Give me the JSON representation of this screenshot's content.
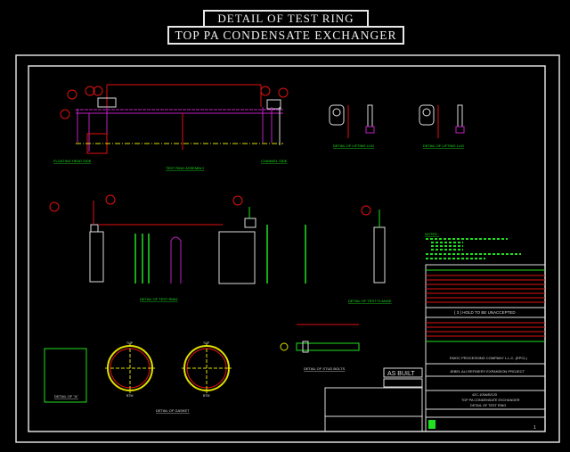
{
  "header": {
    "title_line1": "DETAIL OF TEST RING",
    "title_line2": "TOP PA CONDENSATE EXCHANGER"
  },
  "views": {
    "floating_head_side": "FLOATING HEAD SIDE",
    "test_ring_assembly": "TEST RING ASSEMBLY",
    "channel_side": "CHANNEL SIDE",
    "lifting_lug_1": "DETAIL OF LIFTING LUG",
    "lifting_lug_2": "DETAIL OF LIFTING LUG",
    "test_ring_detail": "DETAIL OF TEST RING",
    "test_flange_detail": "DETAIL OF TEST FLANGE",
    "gasket_detail": "DETAIL OF GASKET",
    "stud_bolt_detail": "DETAIL OF STUD BOLTS",
    "weld_detail": "DETAIL OF \"A\"",
    "top_label": "TOP",
    "btm_label": "BTM"
  },
  "notes": {
    "heading": "NOTES :"
  },
  "title_block": {
    "hold_note": "( 3 ) HOLD TO BE UNACCEPTED",
    "as_built": "AS BUILT",
    "company": "EMOC PROCESSING COMPANY L.L.C. (EPCL)",
    "project": "JEBEL ALI REFINERY EXPANSION PROJECT",
    "tag": "42C-105A/B/C/D",
    "drawing_title_1": "TOP PA CONDENSATE EXCHANGER",
    "drawing_title_2": "DETAIL OF TEST RING",
    "sheet": "1"
  },
  "colors": {
    "background": "#000000",
    "frame": "#e8e8e8",
    "dimension": "#e01010",
    "text": "#20e020",
    "hidden": "#c020c0",
    "centerline": "#e0e000"
  }
}
